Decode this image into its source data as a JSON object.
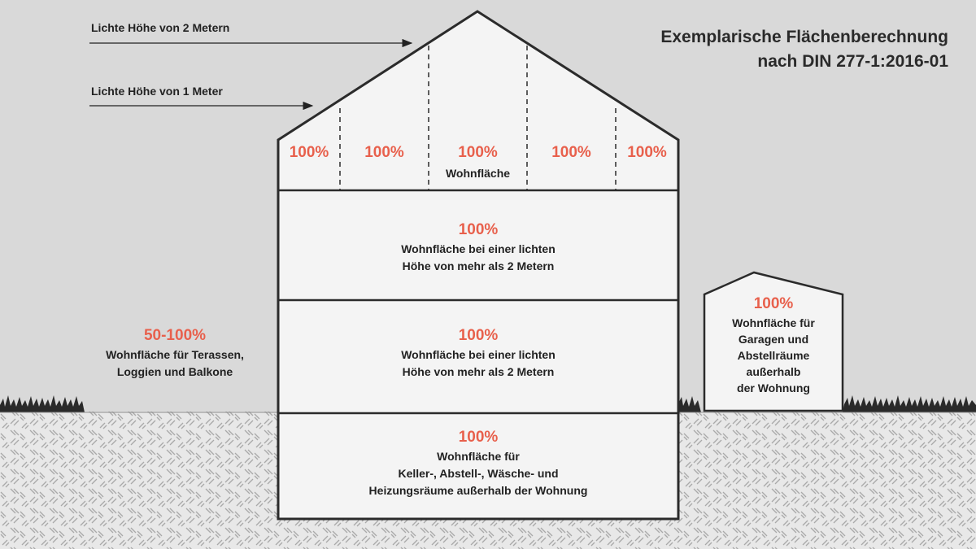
{
  "title": {
    "line1": "Exemplarische Flächenberechnung",
    "line2": "nach DIN 277-1:2016-01"
  },
  "annotations": {
    "height_2m": "Lichte Höhe von 2 Metern",
    "height_1m": "Lichte Höhe von 1 Meter"
  },
  "attic": {
    "cells": [
      "100%",
      "100%",
      "100%",
      "100%",
      "100%"
    ],
    "center_label": "Wohnfläche"
  },
  "floor_upper": {
    "percent": "100%",
    "line1": "Wohnfläche bei einer lichten",
    "line2": "Höhe von mehr als 2 Metern"
  },
  "floor_ground": {
    "percent": "100%",
    "line1": "Wohnfläche bei einer lichten",
    "line2": "Höhe von mehr als 2 Metern"
  },
  "basement": {
    "percent": "100%",
    "line1": "Wohnfläche für",
    "line2": "Keller-, Abstell-, Wäsche- und",
    "line3": "Heizungsräume außerhalb der Wohnung"
  },
  "terrace": {
    "percent": "50-100%",
    "line1": "Wohnfläche für Terassen,",
    "line2": "Loggien und Balkone"
  },
  "garage": {
    "percent": "100%",
    "line1": "Wohnfläche für",
    "line2": "Garagen und",
    "line3": "Abstellräume",
    "line4": "außerhalb",
    "line5": "der Wohnung"
  },
  "colors": {
    "background": "#d9d9d9",
    "house_fill": "#f4f4f4",
    "outline": "#2b2b2b",
    "accent": "#e8604c",
    "ground": "#e6e6e6"
  }
}
